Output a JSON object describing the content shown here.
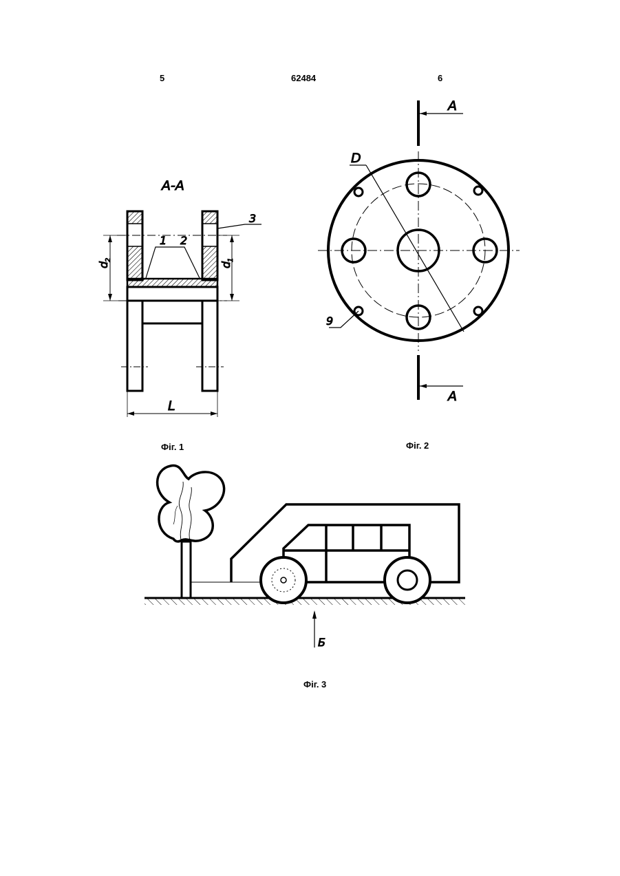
{
  "header": {
    "left_page": "5",
    "patent_number": "62484",
    "right_page": "6"
  },
  "figures": {
    "fig1": {
      "caption": "Фіг. 1",
      "section_label": "А-А",
      "labels": {
        "part1": "1",
        "part2": "2",
        "part3": "3",
        "d2": "d",
        "d2_sub": "2",
        "d1": "d",
        "d1_sub": "1",
        "L": "L"
      }
    },
    "fig2": {
      "caption": "Фіг. 2",
      "labels": {
        "D": "D",
        "cut_top": "A",
        "cut_bottom": "A",
        "part9": "9"
      }
    },
    "fig3": {
      "caption": "Фіг. 3",
      "labels": {
        "view": "Б"
      }
    }
  }
}
